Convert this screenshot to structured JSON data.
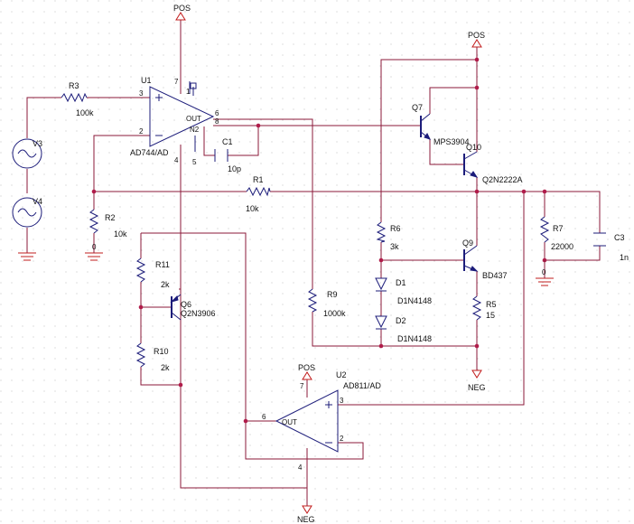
{
  "colors": {
    "wire": "#8b1a3a",
    "component": "#1c1c7a",
    "rail_marker": "#c21d1d",
    "gnd": "#c21d1d",
    "junction": "#b01c4a",
    "grid_dot": "#c8c8c8"
  },
  "rails": {
    "pos": "POS",
    "neg": "NEG"
  },
  "u1": {
    "ref": "U1",
    "part": "AD744/AD",
    "pins": {
      "p3": "3",
      "p2": "2",
      "p7": "7",
      "p1": "1",
      "p4": "4",
      "p5": "5",
      "p6": "6",
      "p8": "8"
    },
    "out_label": "OUT",
    "n2_label": "N2"
  },
  "u2": {
    "ref": "U2",
    "part": "AD811/AD",
    "pins": {
      "p3": "3",
      "p2": "2",
      "p7": "7",
      "p4": "4",
      "p6": "6"
    },
    "out_label": "OUT"
  },
  "resistors": {
    "r1": {
      "ref": "R1",
      "value": "10k"
    },
    "r2": {
      "ref": "R2",
      "value": "10k"
    },
    "r3": {
      "ref": "R3",
      "value": "100k"
    },
    "r5": {
      "ref": "R5",
      "value": "15"
    },
    "r6": {
      "ref": "R6",
      "value": "3k"
    },
    "r7": {
      "ref": "R7",
      "value": "22000"
    },
    "r9": {
      "ref": "R9",
      "value": "1000k"
    },
    "r10": {
      "ref": "R10",
      "value": "2k"
    },
    "r11": {
      "ref": "R11",
      "value": "2k"
    }
  },
  "capacitors": {
    "c1": {
      "ref": "C1",
      "value": "10p"
    },
    "c3": {
      "ref": "C3",
      "value": "1n"
    }
  },
  "diodes": {
    "d1": {
      "ref": "D1",
      "part": "D1N4148"
    },
    "d2": {
      "ref": "D2",
      "part": "D1N4148"
    }
  },
  "transistors": {
    "q6": {
      "ref": "Q6",
      "part": "Q2N3906"
    },
    "q7": {
      "ref": "Q7",
      "part": "MPS3904"
    },
    "q9": {
      "ref": "Q9",
      "part": "BD437"
    },
    "q10": {
      "ref": "Q10",
      "part": "Q2N2222A"
    }
  },
  "sources": {
    "v3": {
      "ref": "V3"
    },
    "v4": {
      "ref": "V4"
    }
  },
  "ground_label": "0"
}
